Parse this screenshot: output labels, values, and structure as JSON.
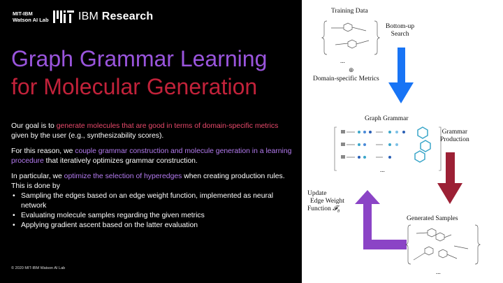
{
  "header": {
    "mitibm_line1": "MIT-IBM",
    "mitibm_line2": "Watson AI Lab",
    "ibm_prefix": "IBM ",
    "ibm_bold": "Research"
  },
  "title": {
    "line1": "Graph Grammar Learning",
    "line2": "for Molecular Generation"
  },
  "body": {
    "p1_pre": "Our goal is to ",
    "p1_hl": "generate molecules that are good in terms of domain-specific metrics",
    "p1_post": " given by the user (e.g., synthesizability scores).",
    "p2_pre": "For this reason, we ",
    "p2_hl": "couple grammar construction and molecule generation in a learning procedure",
    "p2_post": " that iteratively optimizes grammar construction.",
    "p3_pre": "In particular, we ",
    "p3_hl": "optimize the selection of hyperedges",
    "p3_post": " when creating production rules. This is done by",
    "bullets": [
      "Sampling the edges based on an edge weight function, implemented as neural network",
      "Evaluating molecule samples regarding the given metrics",
      "Applying gradient ascent based on the latter evaluation"
    ]
  },
  "footer": "© 2020 MIT-IBM Watson AI Lab",
  "diagram": {
    "training_data": "Training Data",
    "bottom_up": "Bottom-up",
    "search": "Search",
    "domain_metrics": "Domain-specific Metrics",
    "graph_grammar": "Graph Grammar",
    "grammar": "Grammar",
    "production": "Production",
    "update": "Update",
    "edge_weight": "Edge Weight",
    "function": "Function",
    "generated_samples": "Generated Samples",
    "ellipsis": "...",
    "colors": {
      "blue": "#1874f5",
      "red": "#9c2035",
      "purple": "#8b44c6"
    }
  }
}
